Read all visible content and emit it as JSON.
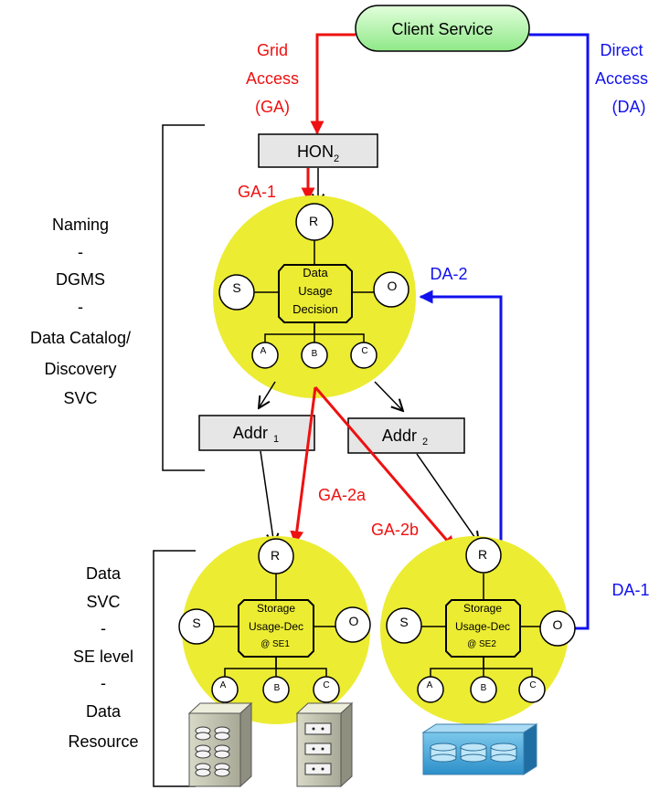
{
  "client_service": {
    "label": "Client Service"
  },
  "grid_access": {
    "line1": "Grid",
    "line2": "Access",
    "line3": "(GA)"
  },
  "direct_access": {
    "line1": "Direct",
    "line2": "Access",
    "line3": "(DA)"
  },
  "hon": {
    "base": "HON",
    "sub": "2"
  },
  "arrow_labels": {
    "ga1": "GA-1",
    "ga2a": "GA-2a",
    "ga2b": "GA-2b",
    "da1": "DA-1",
    "da2": "DA-2"
  },
  "naming_block": {
    "lines": [
      "Naming",
      "-",
      "DGMS",
      "-",
      "Data Catalog/",
      "Discovery",
      "SVC"
    ]
  },
  "data_block": {
    "lines": [
      "Data",
      "SVC",
      "-",
      "SE level",
      "-",
      "Data",
      "Resource"
    ]
  },
  "addr1": {
    "base": "Addr",
    "sub": "1"
  },
  "addr2": {
    "base": "Addr",
    "sub": "2"
  },
  "top_node": {
    "r": "R",
    "s": "S",
    "o": "O",
    "a": "A",
    "b": "B",
    "c": "C",
    "center_lines": [
      "Data",
      "Usage",
      "Decision"
    ]
  },
  "se1_node": {
    "r": "R",
    "s": "S",
    "o": "O",
    "a": "A",
    "b": "B",
    "c": "C",
    "center_lines": [
      "Storage",
      "Usage-Dec",
      "@ SE1"
    ]
  },
  "se2_node": {
    "r": "R",
    "s": "S",
    "o": "O",
    "a": "A",
    "b": "B",
    "c": "C",
    "center_lines": [
      "Storage",
      "Usage-Dec",
      "@ SE2"
    ]
  },
  "colors": {
    "grid": "#ee1111",
    "direct": "#1111ee",
    "node_fill": "#ecec33",
    "client_fill": "#b6f5b0",
    "box_fill": "#e6e6e6"
  }
}
